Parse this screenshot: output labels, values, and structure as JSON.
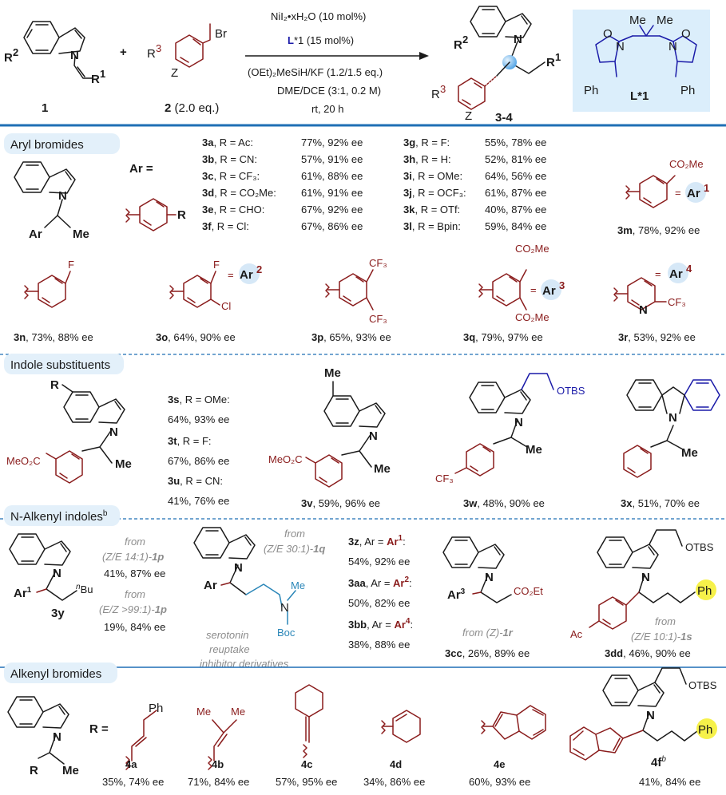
{
  "scheme": {
    "sm1_label": "1",
    "sm1_r2": "R",
    "sm1_r2_sup": "2",
    "sm1_n": "N",
    "sm1_r1": "R",
    "sm1_r1_sup": "1",
    "plus": "+",
    "sm2_label": "2",
    "sm2_equiv": " (2.0 eq.)",
    "sm2_r3": "R",
    "sm2_r3_sup": "3",
    "sm2_z": "Z",
    "sm2_br": "Br",
    "cond1": "NiI₂•xH₂O (10 mol%)",
    "cond2_l": "L",
    "cond2_rest": "*1 (15 mol%)",
    "cond3": "(OEt)₂MeSiH/KF (1.2/1.5 eq.)",
    "cond4": "DME/DCE (3:1, 0.2 M)",
    "cond5": "rt, 20 h",
    "prod_label": "3-4",
    "ligand_me1": "Me",
    "ligand_me2": "Me",
    "ligand_o1": "O",
    "ligand_o2": "O",
    "ligand_n1": "N",
    "ligand_n2": "N",
    "ligand_ph1": "Ph",
    "ligand_ph2": "Ph",
    "ligand_label": "L*1"
  },
  "aryl": {
    "header": "Aryl bromides",
    "ar_eq": "Ar =",
    "r": "R",
    "ar": "Ar",
    "me": "Me",
    "n": "N",
    "col1": [
      {
        "id": "3a",
        "r": ", R = Ac:",
        "y": "77%, 92% ee"
      },
      {
        "id": "3b",
        "r": ", R = CN:",
        "y": "57%, 91% ee"
      },
      {
        "id": "3c",
        "r": ", R = CF₃:",
        "y": "61%, 88% ee"
      },
      {
        "id": "3d",
        "r": ", R = CO₂Me:",
        "y": "61%, 91% ee"
      },
      {
        "id": "3e",
        "r": ", R = CHO:",
        "y": "67%, 92% ee"
      },
      {
        "id": "3f",
        "r": ",  R = Cl:",
        "y": "67%, 86% ee"
      }
    ],
    "col2": [
      {
        "id": "3g",
        "r": ", R = F:",
        "y": "55%, 78% ee"
      },
      {
        "id": "3h",
        "r": ", R = H:",
        "y": "52%, 81% ee"
      },
      {
        "id": "3i",
        "r": ",  R = OMe:",
        "y": "64%, 56% ee"
      },
      {
        "id": "3j",
        "r": ",  R = OCF₃:",
        "y": "61%, 87% ee"
      },
      {
        "id": "3k",
        "r": ", R = OTf:",
        "y": "40%, 87% ee"
      },
      {
        "id": "3l",
        "r": ", R = Bpin:",
        "y": "59%, 84% ee"
      }
    ],
    "m": {
      "sub": "CO₂Me",
      "ar": "Ar",
      "sup": "1",
      "eq": "=",
      "id": "3m",
      "y": ", 78%, 92% ee"
    },
    "n2": {
      "sub": "F",
      "id": "3n",
      "y": ", 73%, 88% ee"
    },
    "o": {
      "sub1": "F",
      "sub2": "Cl",
      "ar": "Ar",
      "sup": "2",
      "eq": "=",
      "id": "3o",
      "y": ", 64%, 90% ee"
    },
    "p": {
      "sub1": "CF₃",
      "sub2": "CF₃",
      "id": "3p",
      "y": ", 65%, 93% ee"
    },
    "q": {
      "sub1": "CO₂Me",
      "sub2": "CO₂Me",
      "ar": "Ar",
      "sup": "3",
      "eq": "=",
      "id": "3q",
      "y": ", 79%, 97% ee"
    },
    "r2": {
      "sub": "CF₃",
      "n": "N",
      "ar": "Ar",
      "sup": "4",
      "eq": "=",
      "id": "3r",
      "y": ", 53%, 92% ee"
    }
  },
  "indole": {
    "header": "Indole substituents",
    "r": "R",
    "me": "Me",
    "n": "N",
    "ester": "MeO₂C",
    "s_id": "3s",
    "s_r": ", R = OMe:",
    "s_y": "64%, 93% ee",
    "t_id": "3t",
    "t_r": ", R = F:",
    "t_y": "67%, 86% ee",
    "u_id": "3u",
    "u_r": ", R = CN:",
    "u_y": "41%, 76% ee",
    "v_me": "Me",
    "v_id": "3v",
    "v_y": ", 59%, 96% ee",
    "w_otbs": "OTBS",
    "w_cf3": "CF₃",
    "w_id": "3w",
    "w_y": ", 48%, 90% ee",
    "x_id": "3x",
    "x_y": ", 51%, 70% ee"
  },
  "alkenyl_indoles": {
    "header": "N-Alkenyl indoles",
    "header_sup": "b",
    "n": "N",
    "y_ar": "Ar",
    "y_sup": "1",
    "y_bu_sup": "n",
    "y_bu": "Bu",
    "y_id": "3y",
    "y_from1": "from",
    "y_ratio1": "(Z/E 14:1)-",
    "y_ref1": "1p",
    "y_res1": "41%, 87% ee",
    "y_from2": "from",
    "y_ratio2": "(E/Z >99:1)-",
    "y_ref2": "1p",
    "y_res2": "19%, 84% ee",
    "q_from": "from",
    "q_ratio": "(Z/E 30:1)-",
    "q_ref": "1q",
    "q_ar": "Ar",
    "q_me": "Me",
    "q_n": "N",
    "q_boc": "Boc",
    "q_note1": "serotonin",
    "q_note2": "reuptake",
    "q_note3": "inhibitor derivatives",
    "z_id": "3z",
    "z_r": ",   Ar = ",
    "z_ar": "Ar",
    "z_sup": "1",
    "z_y": "54%, 92% ee",
    "aa_id": "3aa",
    "aa_r": ", Ar = ",
    "aa_ar": "Ar",
    "aa_sup": "2",
    "aa_y": "50%, 82% ee",
    "bb_id": "3bb",
    "bb_r": ", Ar = ",
    "bb_ar": "Ar",
    "bb_sup": "4",
    "bb_y": "38%, 88% ee",
    "cc_ar": "Ar",
    "cc_sup": "3",
    "cc_ester": "CO₂Et",
    "cc_from": "from (Z)-",
    "cc_ref": "1r",
    "cc_id": "3cc",
    "cc_y": ", 26%, 89% ee",
    "dd_otbs": "OTBS",
    "dd_ph": "Ph",
    "dd_ac": "Ac",
    "dd_from": "from",
    "dd_ratio": "(Z/E 10:1)-",
    "dd_ref": "1s",
    "dd_id": "3dd",
    "dd_y": ", 46%, 90% ee"
  },
  "alkenyl_bromides": {
    "header": "Alkenyl bromides",
    "r_eq": "R =",
    "r": "R",
    "me": "Me",
    "n": "N",
    "a_ph": "Ph",
    "a_id": "4a",
    "a_y": "35%, 74% ee",
    "b_me1": "Me",
    "b_me2": "Me",
    "b_id": "4b",
    "b_y": "71%, 84% ee",
    "c_id": "4c",
    "c_y": "57%, 95% ee",
    "d_id": "4d",
    "d_y": "34%, 86% ee",
    "e_id": "4e",
    "e_y": "60%, 93% ee",
    "f_otbs": "OTBS",
    "f_ph": "Ph",
    "f_id": "4f",
    "f_sup": "b",
    "f_y": "41%, 84% ee"
  },
  "colors": {
    "dark_red": "#8a1c1c",
    "blue": "#1a1aa8",
    "cyan": "#2a86b8",
    "section_blue": "#1f6fb5",
    "header_fill": "#e3f0fa",
    "ligand_fill": "#dbeefb",
    "highlight_yellow": "#f6f14a",
    "sphere_blue": "#5aa8e6"
  }
}
